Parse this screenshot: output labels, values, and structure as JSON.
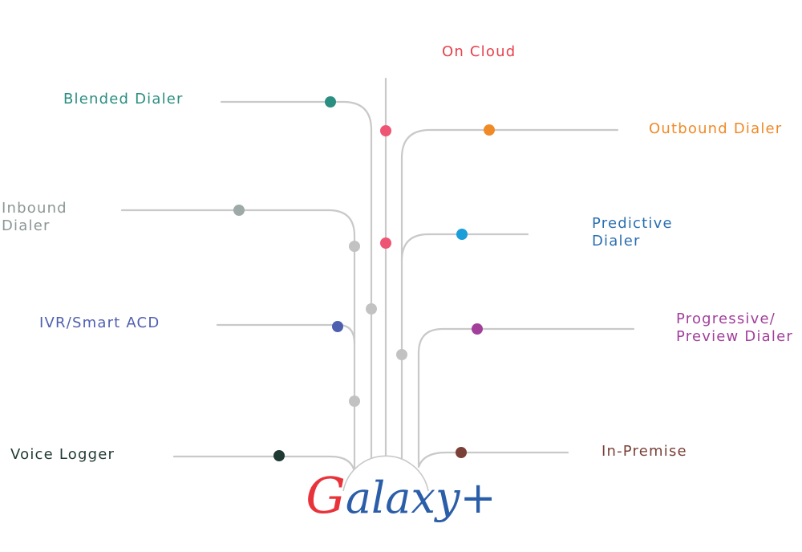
{
  "colors": {
    "line": "#c9c9c9",
    "node_gray": "#c2c2c2",
    "on_cloud": "#e8414c",
    "blended_dialer": "#2a8e80",
    "outbound_dialer": "#f08a27",
    "inbound_dialer": "#9eaaa8",
    "predictive_dialer": "#1a9ed9",
    "ivr_smart_acd": "#4f5fb0",
    "progressive_preview_dialer": "#a23f9b",
    "voice_logger": "#1f3a33",
    "in_premise": "#7a4038",
    "cloud_node": "#ee5574",
    "brand_g": "#e8333b",
    "brand_rest": "#2b5ea8",
    "predictive_label": "#2b6fb0",
    "inbound_label": "#8b9795"
  },
  "labels": {
    "on_cloud": "On Cloud",
    "blended_dialer": "Blended Dialer",
    "outbound_dialer": "Outbound Dialer",
    "inbound_dialer": "Inbound\nDialer",
    "predictive_dialer": "Predictive\nDialer",
    "ivr_smart_acd": "IVR/Smart ACD",
    "progressive_preview_dialer": "Progressive/\nPreview Dialer",
    "voice_logger": "Voice Logger",
    "in_premise": "In-Premise"
  },
  "brand": {
    "initial": "G",
    "rest": "alaxy+"
  }
}
